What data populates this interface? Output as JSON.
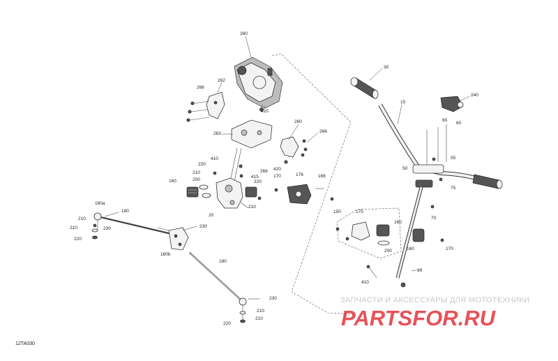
{
  "figure_code": "12TA030",
  "watermark": {
    "tagline": "ЗАПЧАСТИ И АКСЕССУАРЫ ДЛЯ МОТОТЕХНИКИ",
    "brand": "PARTSFOR.RU",
    "color": "#e3353b"
  },
  "callouts": [
    {
      "id": "c-260-top",
      "text": "260"
    },
    {
      "id": "c-262",
      "text": "262"
    },
    {
      "id": "c-266-a",
      "text": "266"
    },
    {
      "id": "c-420-a",
      "text": "420"
    },
    {
      "id": "c-263",
      "text": "263"
    },
    {
      "id": "c-260-mid",
      "text": "260"
    },
    {
      "id": "c-266-b",
      "text": "266"
    },
    {
      "id": "c-410-a",
      "text": "410"
    },
    {
      "id": "c-220-a",
      "text": "220"
    },
    {
      "id": "c-210-a",
      "text": "210"
    },
    {
      "id": "c-415",
      "text": "415"
    },
    {
      "id": "c-220-b",
      "text": "220"
    },
    {
      "id": "c-266-c",
      "text": "266"
    },
    {
      "id": "c-420-b",
      "text": "420"
    },
    {
      "id": "c-160-a",
      "text": "160"
    },
    {
      "id": "c-200-a",
      "text": "200"
    },
    {
      "id": "c-210-b",
      "text": "210"
    },
    {
      "id": "c-20",
      "text": "20"
    },
    {
      "id": "c-170-a",
      "text": "170"
    },
    {
      "id": "c-176",
      "text": "176"
    },
    {
      "id": "c-166",
      "text": "166"
    },
    {
      "id": "c-180a",
      "text": "180a"
    },
    {
      "id": "c-180-a",
      "text": "180"
    },
    {
      "id": "c-210-c",
      "text": "210"
    },
    {
      "id": "c-230-a",
      "text": "230"
    },
    {
      "id": "c-210-d",
      "text": "210"
    },
    {
      "id": "c-220-c",
      "text": "220"
    },
    {
      "id": "c-230-b",
      "text": "230"
    },
    {
      "id": "c-180b",
      "text": "180b"
    },
    {
      "id": "c-180-b",
      "text": "180"
    },
    {
      "id": "c-230-c",
      "text": "230"
    },
    {
      "id": "c-210-e",
      "text": "210"
    },
    {
      "id": "c-220-d",
      "text": "220"
    },
    {
      "id": "c-210-f",
      "text": "210"
    },
    {
      "id": "c-30",
      "text": "30"
    },
    {
      "id": "c-240",
      "text": "240"
    },
    {
      "id": "c-15",
      "text": "15"
    },
    {
      "id": "c-65",
      "text": "65"
    },
    {
      "id": "c-60-a",
      "text": "60"
    },
    {
      "id": "c-55",
      "text": "55"
    },
    {
      "id": "c-50",
      "text": "50"
    },
    {
      "id": "c-75",
      "text": "75"
    },
    {
      "id": "c-150",
      "text": "150"
    },
    {
      "id": "c-175",
      "text": "175"
    },
    {
      "id": "c-160-b",
      "text": "160"
    },
    {
      "id": "c-70",
      "text": "70"
    },
    {
      "id": "c-200-b",
      "text": "200"
    },
    {
      "id": "c-160-c",
      "text": "160"
    },
    {
      "id": "c-170-b",
      "text": "170"
    },
    {
      "id": "c-10",
      "text": "10"
    },
    {
      "id": "c-410-b",
      "text": "410"
    }
  ]
}
